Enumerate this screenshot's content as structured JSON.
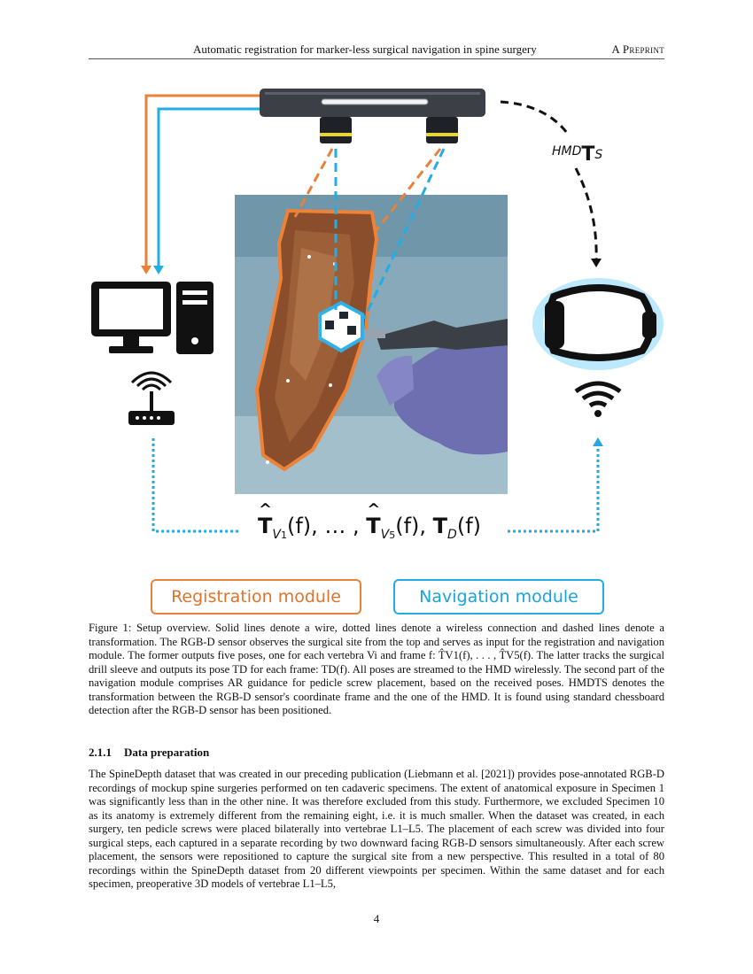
{
  "header": {
    "title": "Automatic registration for marker-less surgical navigation in spine surgery",
    "preprint": "A Preprint"
  },
  "figure": {
    "transform_label_sup": "HMD",
    "transform_label_T": "T",
    "transform_label_sub": "S",
    "formula": {
      "t1": "T",
      "sub1": "V",
      "sub1_index": "1",
      "f1": "(f), … , ",
      "t2": "T",
      "sub2": "V",
      "sub2_index": "5",
      "f2": "(f), ",
      "t3": "T",
      "sub3": "D",
      "f3": "(f)"
    },
    "registration_module": "Registration module",
    "navigation_module": "Navigation module",
    "colors": {
      "orange": "#e8823a",
      "blue": "#22aee5",
      "dotted_blue": "#29a7e0",
      "computer_black": "#111111"
    },
    "icons": [
      "computer-icon",
      "router-icon",
      "rgbd-sensor-icon",
      "hmd-icon",
      "wifi-icon",
      "surgical-photo"
    ]
  },
  "caption": "Figure 1: Setup overview. Solid lines denote a wire, dotted lines denote a wireless connection and dashed lines denote a transformation. The RGB-D sensor observes the surgical site from the top and serves as input for the registration and navigation module. The former outputs five poses, one for each vertebra Vi and frame f: T̂V1(f), . . . , T̂V5(f). The latter tracks the surgical drill sleeve and outputs its pose TD for each frame: TD(f). All poses are streamed to the HMD wirelessly. The second part of the navigation module comprises AR guidance for pedicle screw placement, based on the received poses. HMDTS denotes the transformation between the RGB-D sensor's coordinate frame and the one of the HMD. It is found using standard chessboard detection after the RGB-D sensor has been positioned.",
  "section": {
    "number": "2.1.1",
    "title": "Data preparation"
  },
  "body": "The SpineDepth dataset that was created in our preceding publication (Liebmann et al. [2021]) provides pose-annotated RGB-D recordings of mockup spine surgeries performed on ten cadaveric specimens. The extent of anatomical exposure in Specimen 1 was significantly less than in the other nine. It was therefore excluded from this study. Furthermore, we excluded Specimen 10 as its anatomy is extremely different from the remaining eight, i.e. it is much smaller. When the dataset was created, in each surgery, ten pedicle screws were placed bilaterally into vertebrae L1–L5. The placement of each screw was divided into four surgical steps, each captured in a separate recording by two downward facing RGB-D sensors simultaneously. After each screw placement, the sensors were repositioned to capture the surgical site from a new perspective. This resulted in a total of 80 recordings within the SpineDepth dataset from 20 different viewpoints per specimen. Within the same dataset and for each specimen, preoperative 3D models of vertebrae L1–L5,",
  "page_number": "4"
}
